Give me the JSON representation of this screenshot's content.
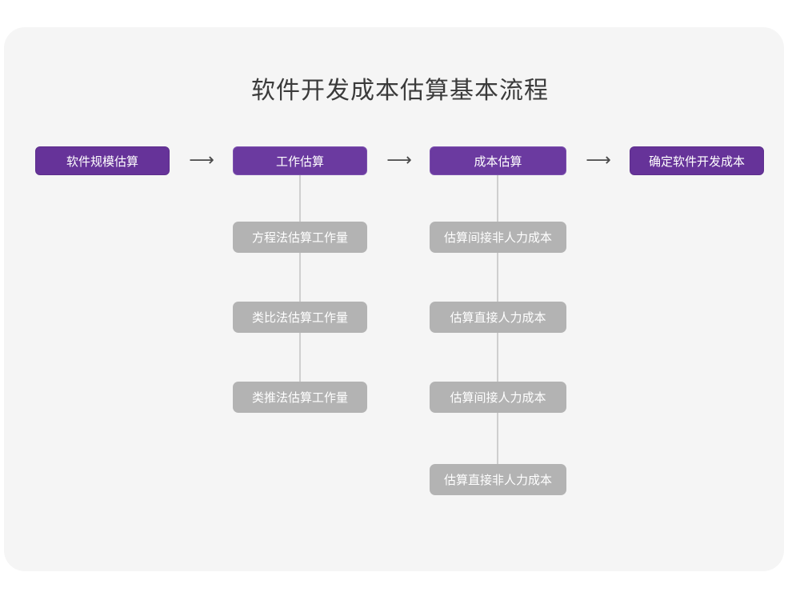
{
  "page": {
    "title": "软件开发成本估算基本流程",
    "background_color": "#ffffff",
    "card_color": "#f5f5f5",
    "accent_color": "#663399",
    "sub_node_color": "#b3b3b3",
    "connector_color": "#cfcfcf",
    "title_color": "#3b3b3b"
  },
  "diagram": {
    "type": "flowchart",
    "arrow_glyph": "⟶",
    "stages": [
      {
        "id": "stage-1",
        "label": "软件规模估算",
        "substeps": []
      },
      {
        "id": "stage-2",
        "label": "工作估算",
        "substeps": [
          "方程法估算工作量",
          "类比法估算工作量",
          "类推法估算工作量"
        ]
      },
      {
        "id": "stage-3",
        "label": "成本估算",
        "substeps": [
          "估算间接非人力成本",
          "估算直接人力成本",
          "估算间接人力成本",
          "估算直接非人力成本"
        ]
      },
      {
        "id": "stage-4",
        "label": "确定软件开发成本",
        "substeps": []
      }
    ],
    "arrows": [
      {
        "from": "stage-1",
        "to": "stage-2"
      },
      {
        "from": "stage-2",
        "to": "stage-3"
      },
      {
        "from": "stage-3",
        "to": "stage-4"
      }
    ]
  }
}
